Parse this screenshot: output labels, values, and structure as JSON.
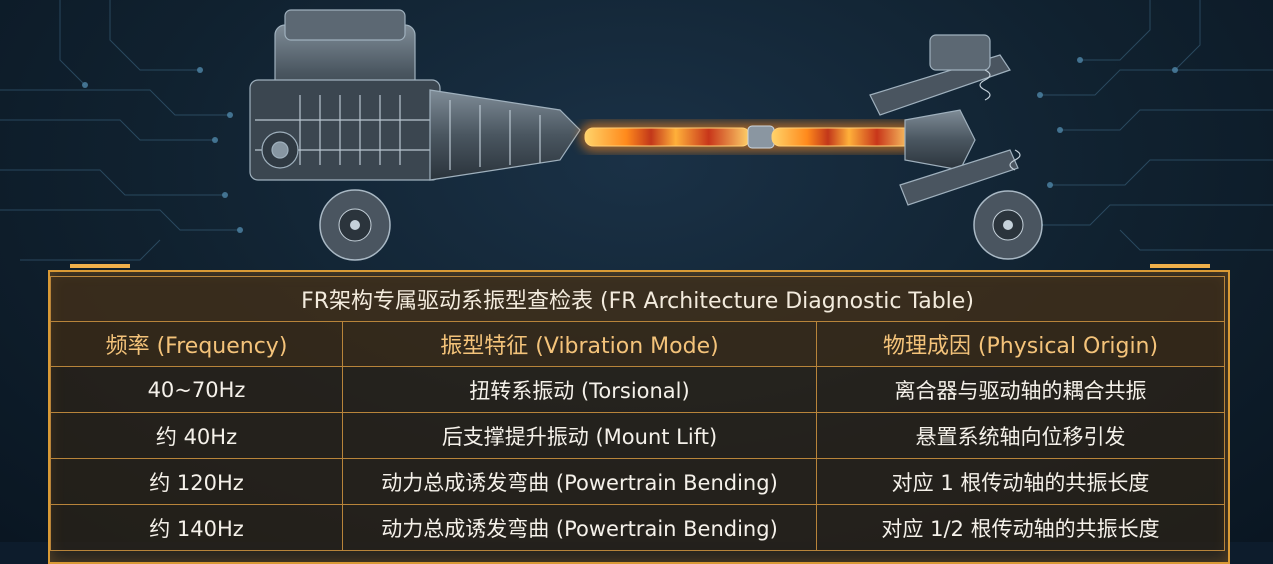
{
  "table": {
    "title": "FR架构专属驱动系振型查检表 (FR Architecture Diagnostic Table)",
    "headers": [
      "频率 (Frequency)",
      "振型特征 (Vibration Mode)",
      "物理成因 (Physical Origin)"
    ],
    "rows": [
      [
        "40~70Hz",
        "扭转系振动 (Torsional)",
        "离合器与驱动轴的耦合共振"
      ],
      [
        "约 40Hz",
        "后支撑提升振动 (Mount Lift)",
        "悬置系统轴向位移引发"
      ],
      [
        "约 120Hz",
        "动力总成诱发弯曲 (Powertrain Bending)",
        "对应 1 根传动轴的共振长度"
      ],
      [
        "约 140Hz",
        "动力总成诱发弯曲 (Powertrain Bending)",
        "对应 1/2 根传动轴的共振长度"
      ]
    ]
  },
  "colors": {
    "background": "#0d1c2c",
    "frame": "#d99a35",
    "header_text": "#f4c37a",
    "shaft_glow": "#ff8a1c",
    "circuit_lines": "#3f6a86"
  }
}
